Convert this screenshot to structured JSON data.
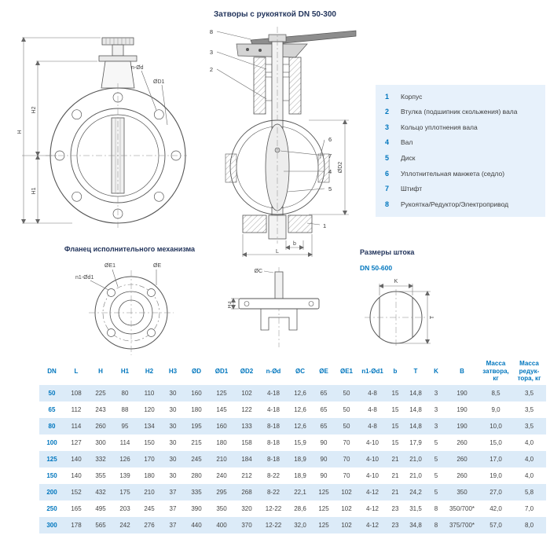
{
  "page": {
    "title": "Затворы с рукояткой DN 50-300"
  },
  "colors": {
    "accent": "#0076BE",
    "legend_bg": "#E7F1FB",
    "row_alt_bg": "#DCEBF8"
  },
  "legend": {
    "items": [
      {
        "num": "1",
        "label": "Корпус"
      },
      {
        "num": "2",
        "label": "Втулка (подшипник скольжения) вала"
      },
      {
        "num": "3",
        "label": "Кольцо уплотнения вала"
      },
      {
        "num": "4",
        "label": "Вал"
      },
      {
        "num": "5",
        "label": "Диск"
      },
      {
        "num": "6",
        "label": "Уплотнительная манжета (седло)"
      },
      {
        "num": "7",
        "label": "Штифт"
      },
      {
        "num": "8",
        "label": "Рукоятка/Редуктор/Электропривод"
      }
    ]
  },
  "sections": {
    "flange_title": "Фланец исполнительного механизма",
    "stem_title": "Размеры штока",
    "stem_range": "DN 50-600"
  },
  "drawings": {
    "front": {
      "dim_h": "H",
      "dim_h2": "H2",
      "dim_h1": "H1",
      "label_bolts": "n-Ød",
      "label_bolt_circle": "ØD1"
    },
    "section": {
      "callouts": [
        "8",
        "3",
        "2",
        "6",
        "7",
        "4",
        "5",
        "1"
      ],
      "dim_od2": "ØD2",
      "dim_b": "b",
      "dim_l": "L"
    },
    "flange": {
      "label_holes": "n1-Ød1",
      "label_inner": "ØE1",
      "label_outer": "ØE"
    },
    "actuator": {
      "label_oc": "ØC",
      "label_h3": "H3"
    },
    "stem": {
      "dim_k": "K",
      "dim_t": "T"
    }
  },
  "table": {
    "headers": [
      "DN",
      "L",
      "H",
      "H1",
      "H2",
      "H3",
      "ØD",
      "ØD1",
      "ØD2",
      "n-Ød",
      "ØC",
      "ØE",
      "ØE1",
      "n1-Ød1",
      "b",
      "T",
      "K",
      "B",
      "Масса затвора, кг",
      "Масса редук- тора, кг"
    ],
    "rows": [
      [
        "50",
        "108",
        "225",
        "80",
        "110",
        "30",
        "160",
        "125",
        "102",
        "4-18",
        "12,6",
        "65",
        "50",
        "4-8",
        "15",
        "14,8",
        "3",
        "190",
        "8,5",
        "3,5"
      ],
      [
        "65",
        "112",
        "243",
        "88",
        "120",
        "30",
        "180",
        "145",
        "122",
        "4-18",
        "12,6",
        "65",
        "50",
        "4-8",
        "15",
        "14,8",
        "3",
        "190",
        "9,0",
        "3,5"
      ],
      [
        "80",
        "114",
        "260",
        "95",
        "134",
        "30",
        "195",
        "160",
        "133",
        "8-18",
        "12,6",
        "65",
        "50",
        "4-8",
        "15",
        "14,8",
        "3",
        "190",
        "10,0",
        "3,5"
      ],
      [
        "100",
        "127",
        "300",
        "114",
        "150",
        "30",
        "215",
        "180",
        "158",
        "8-18",
        "15,9",
        "90",
        "70",
        "4-10",
        "15",
        "17,9",
        "5",
        "260",
        "15,0",
        "4,0"
      ],
      [
        "125",
        "140",
        "332",
        "126",
        "170",
        "30",
        "245",
        "210",
        "184",
        "8-18",
        "18,9",
        "90",
        "70",
        "4-10",
        "21",
        "21,0",
        "5",
        "260",
        "17,0",
        "4,0"
      ],
      [
        "150",
        "140",
        "355",
        "139",
        "180",
        "30",
        "280",
        "240",
        "212",
        "8-22",
        "18,9",
        "90",
        "70",
        "4-10",
        "21",
        "21,0",
        "5",
        "260",
        "19,0",
        "4,0"
      ],
      [
        "200",
        "152",
        "432",
        "175",
        "210",
        "37",
        "335",
        "295",
        "268",
        "8-22",
        "22,1",
        "125",
        "102",
        "4-12",
        "21",
        "24,2",
        "5",
        "350",
        "27,0",
        "5,8"
      ],
      [
        "250",
        "165",
        "495",
        "203",
        "245",
        "37",
        "390",
        "350",
        "320",
        "12-22",
        "28,6",
        "125",
        "102",
        "4-12",
        "23",
        "31,5",
        "8",
        "350/700*",
        "42,0",
        "7,0"
      ],
      [
        "300",
        "178",
        "565",
        "242",
        "276",
        "37",
        "440",
        "400",
        "370",
        "12-22",
        "32,0",
        "125",
        "102",
        "4-12",
        "23",
        "34,8",
        "8",
        "375/700*",
        "57,0",
        "8,0"
      ]
    ]
  }
}
